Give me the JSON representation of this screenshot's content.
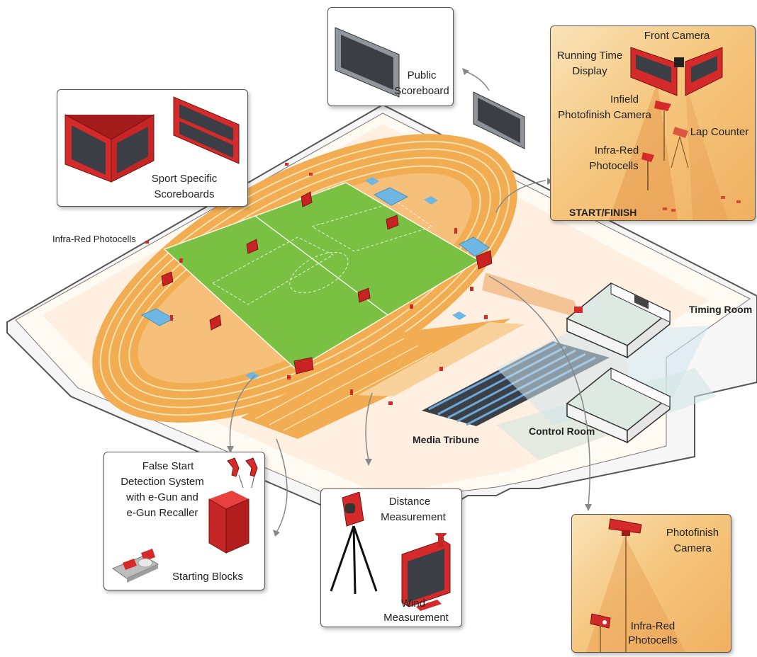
{
  "labels": {
    "public_scoreboard_1": "Public",
    "public_scoreboard_2": "Scoreboard",
    "sport_specific_1": "Sport Specific",
    "sport_specific_2": "Scoreboards",
    "infrared_photocells_field": "Infra-Red Photocells",
    "front_camera": "Front Camera",
    "running_time_1": "Running Time",
    "running_time_2": "Display",
    "infield_photo_1": "Infield",
    "infield_photo_2": "Photofinish Camera",
    "lap_counter": "Lap Counter",
    "infrared_start_1": "Infra-Red",
    "infrared_start_2": "Photocells",
    "start_finish": "START/FINISH",
    "timing_room": "Timing Room",
    "control_room": "Control Room",
    "media_tribune": "Media Tribune",
    "false_start_1": "False Start",
    "false_start_2": "Detection  System",
    "false_start_3": "with e-Gun and",
    "false_start_4": "e-Gun Recaller",
    "starting_blocks": "Starting Blocks",
    "distance_1": "Distance",
    "distance_2": "Measurement",
    "wind_1": "Wind",
    "wind_2": "Measurement",
    "photofinish_1": "Photofinish",
    "photofinish_2": "Camera",
    "infrared_bottom_1": "Infra-Red",
    "infrared_bottom_2": "Photocells"
  },
  "colors": {
    "equipment_red": "#d42a2a",
    "track_orange": "#f2ad52",
    "field_green": "#79c043",
    "water_blue": "#6fb7e3",
    "room_floor": "#d8ece6"
  }
}
